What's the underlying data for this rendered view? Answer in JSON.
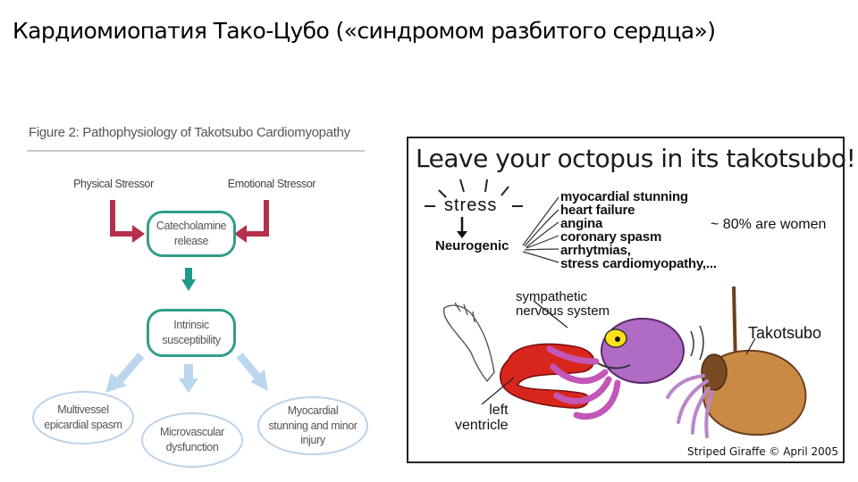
{
  "slide": {
    "title": "Кардиомиопатия Тако-Цубо («синдромом разбитого сердца»)"
  },
  "figure": {
    "title": "Figure 2: Pathophysiology of Takotsubo Cardiomyopathy",
    "physical_stressor": "Physical Stressor",
    "emotional_stressor": "Emotional Stressor",
    "catecholamine": "Catecholamine release",
    "intrinsic": "Intrinsic susceptibility",
    "outcome_1": "Multivessel epicardial spasm",
    "outcome_2": "Microvascular dysfunction",
    "outcome_3": "Myocardial stunning and minor injury",
    "colors": {
      "stressor_arrow": "#b5304a",
      "down_arrow": "#1f9a8a",
      "box_border": "#2f9e8b",
      "outcome_arrow": "#bcd6ee"
    }
  },
  "cartoon": {
    "title": "Leave your octopus in its takotsubo!",
    "stress": "stress",
    "neurogenic": "Neurogenic",
    "effects": [
      "myocardial stunning",
      "heart failure",
      "angina",
      "coronary spasm",
      "arrhytmias,",
      "stress cardiomyopathy,..."
    ],
    "women": "~ 80% are women",
    "sympathetic": "sympathetic",
    "nervous": "nervous system",
    "takotsubo": "Takotsubo",
    "left": "left",
    "ventricle": "ventricle",
    "credit": "Striped Giraffe © April 2005"
  }
}
